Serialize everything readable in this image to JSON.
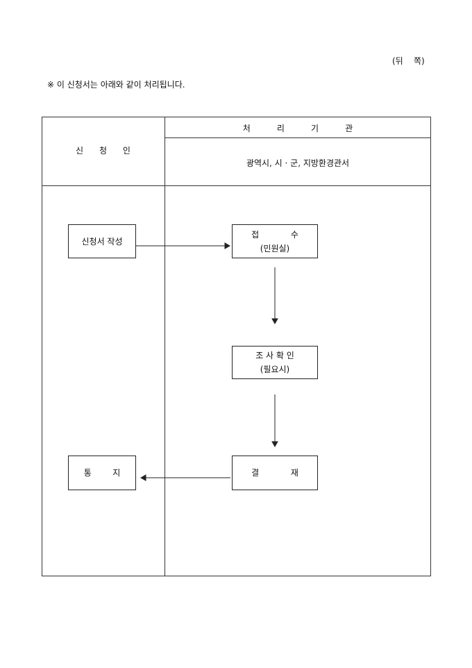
{
  "page_side": "(뒤    쪽)",
  "note": "※ 이 신청서는 아래와 같이 처리됩니다.",
  "table": {
    "applicant_header": "신      청      인",
    "agency_header": "처          리          기          관",
    "agency_name": "광역시, 시 · 군, 지방환경관서"
  },
  "flow": {
    "write": "신청서 작성",
    "receipt": "접            수",
    "receipt_sub": "(민원실)",
    "investigate": "조 사 확 인",
    "investigate_sub": "(필요시)",
    "approve": "결            재",
    "notify": "통        지"
  }
}
